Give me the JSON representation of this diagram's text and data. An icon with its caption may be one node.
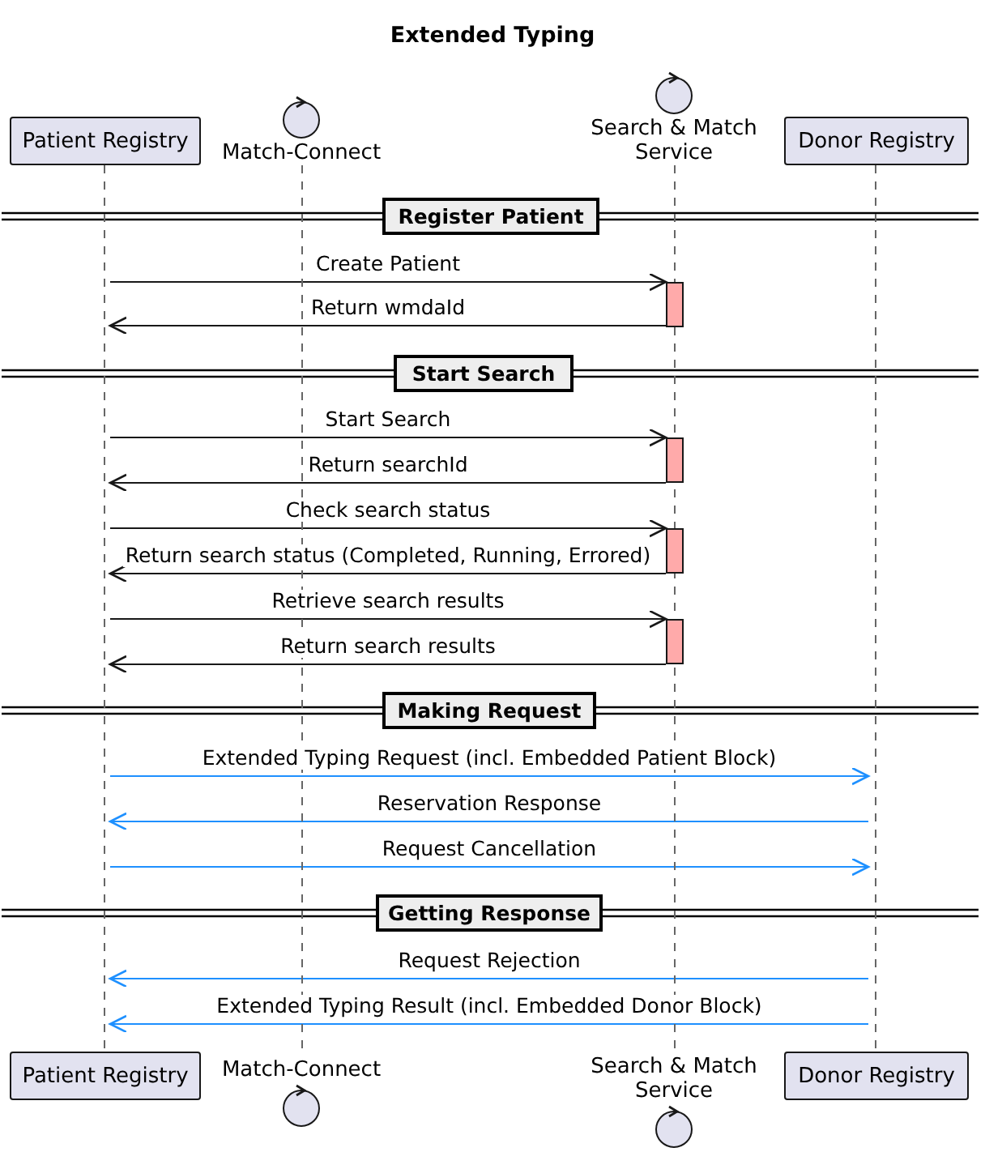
{
  "diagram": {
    "title": "Extended Typing",
    "nodes": [
      {
        "text": [
          "Patient Registry"
        ]
      },
      {
        "text": [
          "Match-Connect"
        ]
      },
      {
        "text": [
          "Search & Match Service"
        ]
      },
      {
        "text": [
          "Donor Registry"
        ]
      },
      {
        "text": [],
        "shape": "bar"
      },
      {
        "text": [],
        "shape": "bar"
      },
      {
        "text": [],
        "shape": "bar"
      },
      {
        "text": [],
        "shape": "bar"
      },
      {
        "text": [
          "Register Patient"
        ]
      },
      {
        "text": [],
        "shape": "bar"
      },
      {
        "text": [
          "Start Search"
        ]
      },
      {
        "text": [],
        "shape": "bar"
      },
      {
        "text": [],
        "shape": "bar"
      },
      {
        "text": [],
        "shape": "bar"
      },
      {
        "text": [
          "Making Request"
        ]
      },
      {
        "text": [
          "Getting Response"
        ]
      },
      {
        "text": [
          "Patient Registry"
        ]
      },
      {
        "text": [
          "Match-Connect"
        ]
      },
      {
        "text": [
          "Search & Match Service"
        ]
      },
      {
        "text": [
          "Donor Registry"
        ]
      }
    ],
    "edges": [
      {
        "from": 4,
        "to": 9,
        "arrow": "to",
        "label": "Create Patient"
      },
      {
        "from": 9,
        "to": 4,
        "arrow": "to",
        "label": "Return wmdaId"
      },
      {
        "from": 4,
        "to": 11,
        "arrow": "to",
        "label": "Start Search"
      },
      {
        "from": 11,
        "to": 4,
        "arrow": "to",
        "label": "Return searchId"
      },
      {
        "from": 4,
        "to": 12,
        "arrow": "to",
        "label": "Check search status"
      },
      {
        "from": 12,
        "to": 4,
        "arrow": "to",
        "label": "Return search status (Completed, Running, Errored)"
      },
      {
        "from": 4,
        "to": 13,
        "arrow": "to",
        "label": "Retrieve search results"
      },
      {
        "from": 13,
        "to": 4,
        "arrow": "to",
        "label": "Return search results"
      },
      {
        "from": 4,
        "to": 7,
        "arrow": "to",
        "label": "Extended Typing Request (incl. Embedded Patient Block)",
        "color": "#1e90ff"
      },
      {
        "from": 7,
        "to": 4,
        "arrow": "to",
        "label": "Reservation Response",
        "color": "#1e90ff"
      },
      {
        "from": 4,
        "to": 7,
        "arrow": "to",
        "label": "Request Cancellation",
        "color": "#1e90ff"
      },
      {
        "from": 7,
        "to": 4,
        "arrow": "to",
        "label": "Request Rejection",
        "color": "#1e90ff"
      },
      {
        "from": 7,
        "to": 4,
        "arrow": "to",
        "label": "Extended Typing Result (incl. Embedded Donor Block)",
        "color": "#1e90ff"
      }
    ]
  }
}
